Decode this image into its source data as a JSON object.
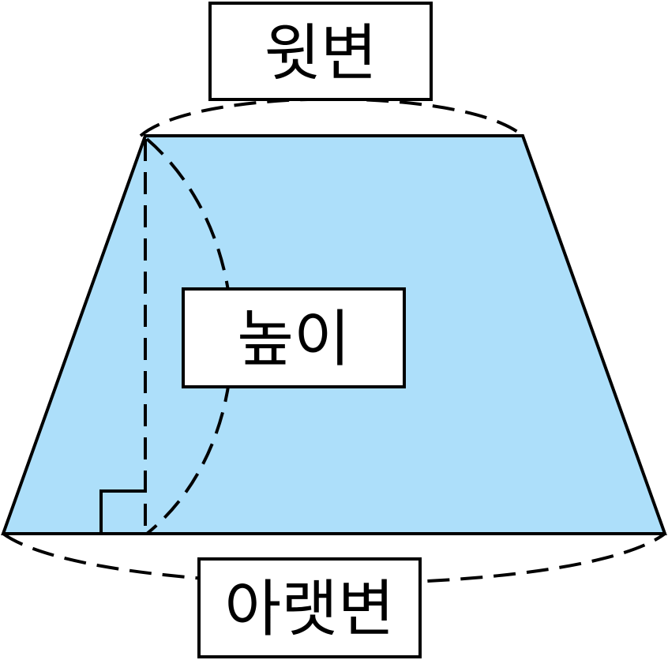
{
  "diagram": {
    "shape": "trapezoid",
    "fill_color": "#ADDFFA",
    "stroke_color": "#000000",
    "labels": {
      "top_side": "윗변",
      "height": "높이",
      "bottom_side": "아랫변"
    },
    "right_angle_marker": true
  }
}
